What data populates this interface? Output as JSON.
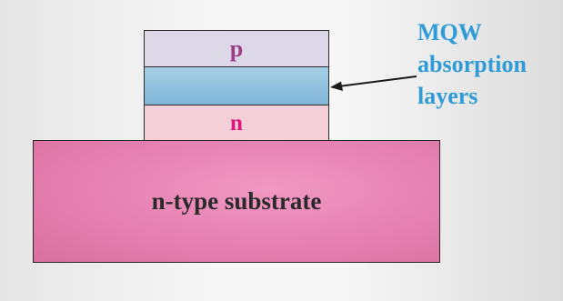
{
  "layers": {
    "p_label": "p",
    "n_label": "n",
    "substrate_label": "n-type substrate"
  },
  "callout": {
    "line1": "MQW",
    "line2": "absorption",
    "line3": "layers"
  },
  "colors": {
    "p_layer": "#dcd8e8",
    "mqw_layer": "#8cc2df",
    "n_layer": "#f4cfd7",
    "substrate": "#e884b4",
    "callout_text": "#2f9bd8",
    "p_text": "#9c3f86",
    "n_text": "#e0127c"
  }
}
